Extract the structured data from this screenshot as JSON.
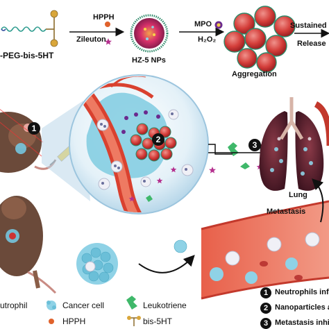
{
  "top": {
    "polymer_label": "-PEG-bis-5HT",
    "hpph_label": "HPPH",
    "zileuton_label": "Zileuton",
    "nps_label": "HZ-5 NPs",
    "mpo_label": "MPO",
    "h2o2_label": "H₂O₂",
    "aggregation_label": "Aggregation",
    "sustained_label": "Sustained",
    "release_label": "Release"
  },
  "middle": {
    "step1": "1",
    "step2": "2",
    "step3": "3",
    "lung_label": "Lung",
    "metastasis_label": "Metastasis"
  },
  "legend": {
    "neutrophil": "utrophil",
    "cancer_cell": "Cancer cell",
    "leukotriene": "Leukotriene",
    "hpph": "HPPH",
    "bis5ht": "bis-5HT",
    "items": [
      {
        "num": "1",
        "text": "Neutrophils infil"
      },
      {
        "num": "2",
        "text": "Nanoparticles a"
      },
      {
        "num": "3",
        "text": "Metastasis inhi"
      }
    ]
  },
  "colors": {
    "vessel": "#d9412f",
    "cancer": "#5ec2dc",
    "leukotriene": "#3fb86a",
    "zileuton": "#b5318f",
    "hpph": "#e0622c",
    "lung": "#5a2230"
  }
}
